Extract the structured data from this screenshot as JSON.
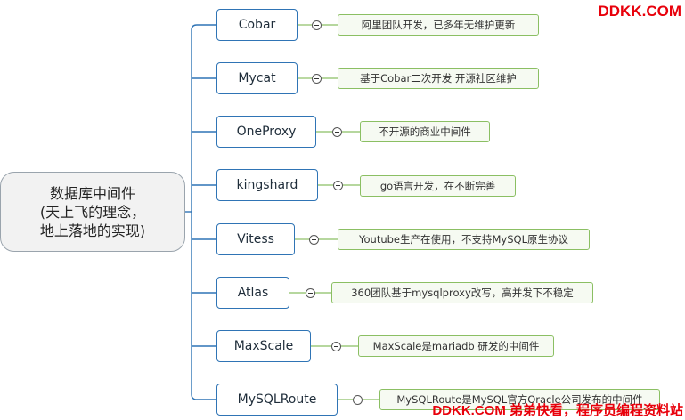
{
  "root": {
    "line1": "数据库中间件",
    "line2": "(天上飞的理念，",
    "line3": "地上落地的实现)"
  },
  "nodes": [
    {
      "label": "Cobar",
      "note": "阿里团队开发，已多年无维护更新"
    },
    {
      "label": "Mycat",
      "note": "基于Cobar二次开发 开源社区维护"
    },
    {
      "label": "OneProxy",
      "note": "不开源的商业中间件"
    },
    {
      "label": "kingshard",
      "note": "go语言开发，在不断完善"
    },
    {
      "label": "Vitess",
      "note": "Youtube生产在使用，不支持MySQL原生协议"
    },
    {
      "label": "Atlas",
      "note": "360团队基于mysqlproxy改写，高并发下不稳定"
    },
    {
      "label": "MaxScale",
      "note": "MaxScale是mariadb 研发的中间件"
    },
    {
      "label": "MySQLRoute",
      "note": "MySQLRoute是MySQL官方Oracle公司发布的中间件"
    }
  ],
  "watermark": {
    "top": "DDKK.COM",
    "bottom": "DDKK.COM 弟弟快看，程序员编程资料站"
  },
  "colors": {
    "branch_line": "#2f74b5",
    "note_line": "#8bbf63",
    "node_border": "#2f74b5",
    "note_border": "#8bbf63",
    "watermark": "#e8000b"
  }
}
